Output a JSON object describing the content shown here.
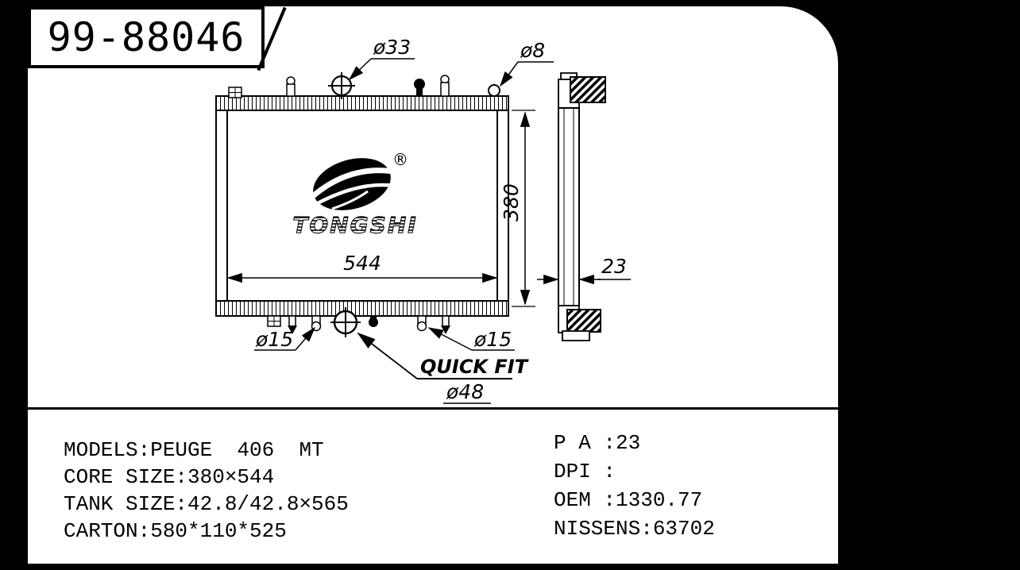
{
  "part_number": "99-88046",
  "logo": {
    "brand": "TONGSHI",
    "registered_mark": "®"
  },
  "drawing": {
    "labels": {
      "filler_diameter": "ø33",
      "mount_hole_diameter": "ø8",
      "core_height": "380",
      "core_width": "544",
      "depth": "23",
      "outlet_left_diameter": "ø15",
      "outlet_right_diameter": "ø15",
      "quick_fit": "QUICK FIT",
      "quick_fit_diameter": "ø48"
    }
  },
  "specs": {
    "left": [
      "MODELS:PEUGE  406  MT",
      "CORE SIZE:380×544",
      "TANK SIZE:42.8/42.8×565",
      "CARTON:580*110*525"
    ],
    "right": [
      "P A :23",
      "DPI :",
      "OEM :1330.77",
      "NISSENS:63702"
    ]
  }
}
